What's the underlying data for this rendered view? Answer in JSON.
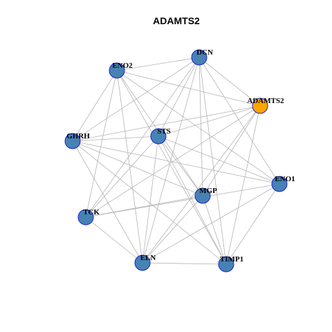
{
  "title": "ADAMTS2",
  "colors": {
    "default_node": "#4682b4",
    "highlight_node": "#ffa500",
    "node_border": "#1f1fd0",
    "edge": "#b3b3b3"
  },
  "nodes": [
    {
      "id": "DCN",
      "label": "DCN",
      "highlight": false
    },
    {
      "id": "ENO2",
      "label": "ENO2",
      "highlight": false
    },
    {
      "id": "ADAMTS2",
      "label": "ADAMTS2",
      "highlight": true
    },
    {
      "id": "GHRH",
      "label": "GHRH",
      "highlight": false
    },
    {
      "id": "STS",
      "label": "STS",
      "highlight": false
    },
    {
      "id": "ENO1",
      "label": "ENO1",
      "highlight": false
    },
    {
      "id": "MGP",
      "label": "MGP",
      "highlight": false
    },
    {
      "id": "TCK",
      "label": "TCK",
      "highlight": false
    },
    {
      "id": "ELN",
      "label": "ELN",
      "highlight": false
    },
    {
      "id": "TIMP1",
      "label": "TIMP1",
      "highlight": false
    }
  ],
  "edges": [
    [
      "DCN",
      "ENO2"
    ],
    [
      "DCN",
      "ADAMTS2"
    ],
    [
      "DCN",
      "GHRH"
    ],
    [
      "DCN",
      "STS"
    ],
    [
      "DCN",
      "ENO1"
    ],
    [
      "DCN",
      "MGP"
    ],
    [
      "DCN",
      "TCK"
    ],
    [
      "DCN",
      "ELN"
    ],
    [
      "DCN",
      "TIMP1"
    ],
    [
      "ENO2",
      "ADAMTS2"
    ],
    [
      "ENO2",
      "GHRH"
    ],
    [
      "ENO2",
      "ENO1"
    ],
    [
      "ENO2",
      "MGP"
    ],
    [
      "ENO2",
      "TCK"
    ],
    [
      "ENO2",
      "ELN"
    ],
    [
      "ENO2",
      "TIMP1"
    ],
    [
      "ADAMTS2",
      "GHRH"
    ],
    [
      "ADAMTS2",
      "STS"
    ],
    [
      "ADAMTS2",
      "MGP"
    ],
    [
      "ADAMTS2",
      "TCK"
    ],
    [
      "ADAMTS2",
      "ELN"
    ],
    [
      "ADAMTS2",
      "TIMP1"
    ],
    [
      "GHRH",
      "STS"
    ],
    [
      "GHRH",
      "ENO1"
    ],
    [
      "GHRH",
      "MGP"
    ],
    [
      "GHRH",
      "ELN"
    ],
    [
      "GHRH",
      "TIMP1"
    ],
    [
      "STS",
      "ENO1"
    ],
    [
      "STS",
      "MGP"
    ],
    [
      "STS",
      "TCK"
    ],
    [
      "STS",
      "ELN"
    ],
    [
      "STS",
      "TIMP1"
    ],
    [
      "ENO1",
      "TCK"
    ],
    [
      "ENO1",
      "ELN"
    ],
    [
      "ENO1",
      "TIMP1"
    ],
    [
      "MGP",
      "TCK"
    ],
    [
      "MGP",
      "ELN"
    ],
    [
      "MGP",
      "TIMP1"
    ],
    [
      "TCK",
      "ELN"
    ],
    [
      "ELN",
      "TIMP1"
    ]
  ]
}
